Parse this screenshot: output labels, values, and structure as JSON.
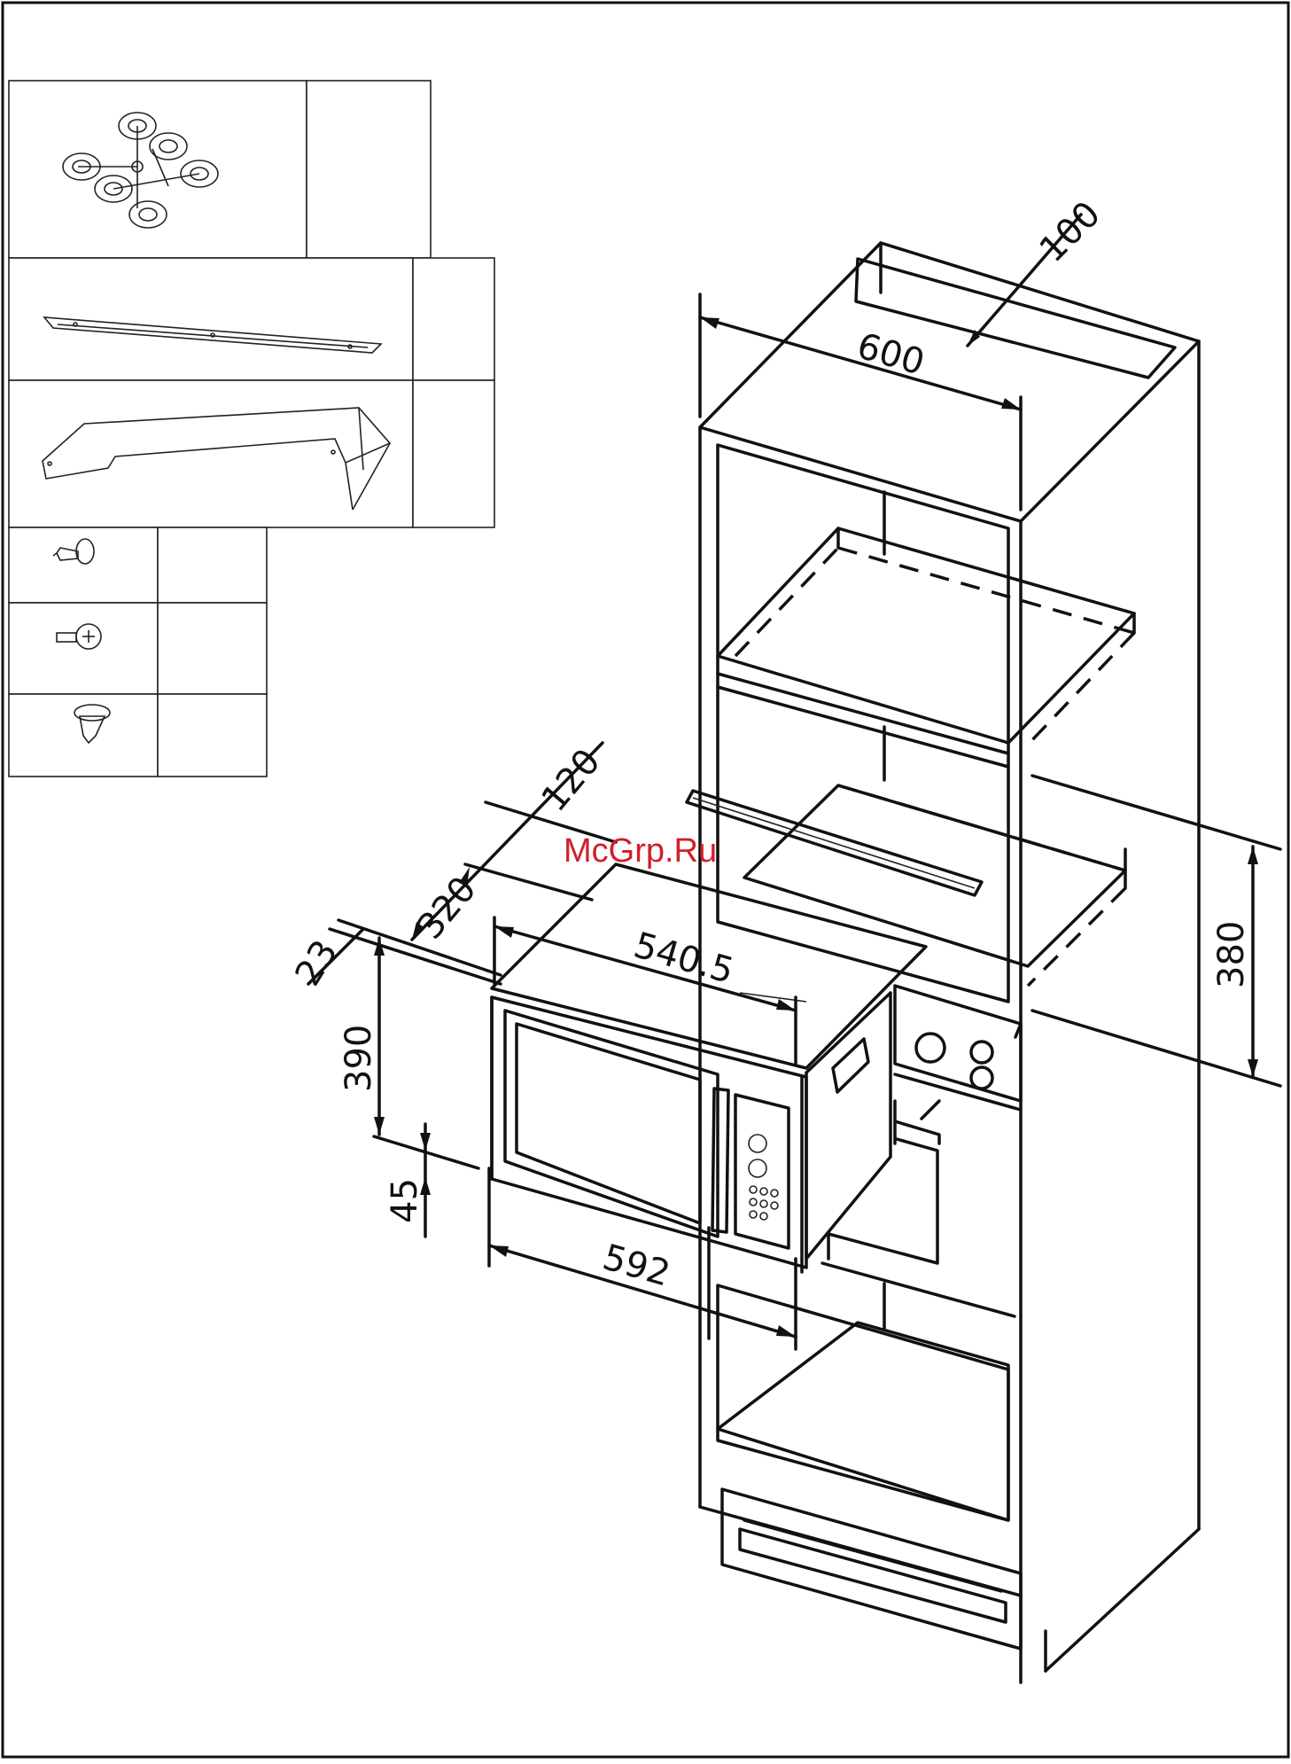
{
  "watermark": "McGrp.Ru",
  "dimensions": {
    "top_depth": "100",
    "cabinet_width": "600",
    "frame_depth": "120",
    "offset_depth": "320",
    "top_gap": "23",
    "oven_width": "540.5",
    "opening_height": "380",
    "oven_height": "390",
    "bottom_gap": "45",
    "frame_width": "592"
  },
  "parts": [
    {
      "name": "rubber-feet-sprue",
      "icon": "rubber-feet-icon"
    },
    {
      "name": "mounting-rail",
      "icon": "rail-icon"
    },
    {
      "name": "top-cover-panel",
      "icon": "panel-icon"
    },
    {
      "name": "screw-type-a",
      "icon": "screw-icon"
    },
    {
      "name": "screw-type-b",
      "icon": "screw-icon"
    },
    {
      "name": "screw-type-c",
      "icon": "screw-icon"
    }
  ],
  "colors": {
    "lines": "#111111",
    "watermark": "#d11f2a",
    "background": "#ffffff"
  }
}
